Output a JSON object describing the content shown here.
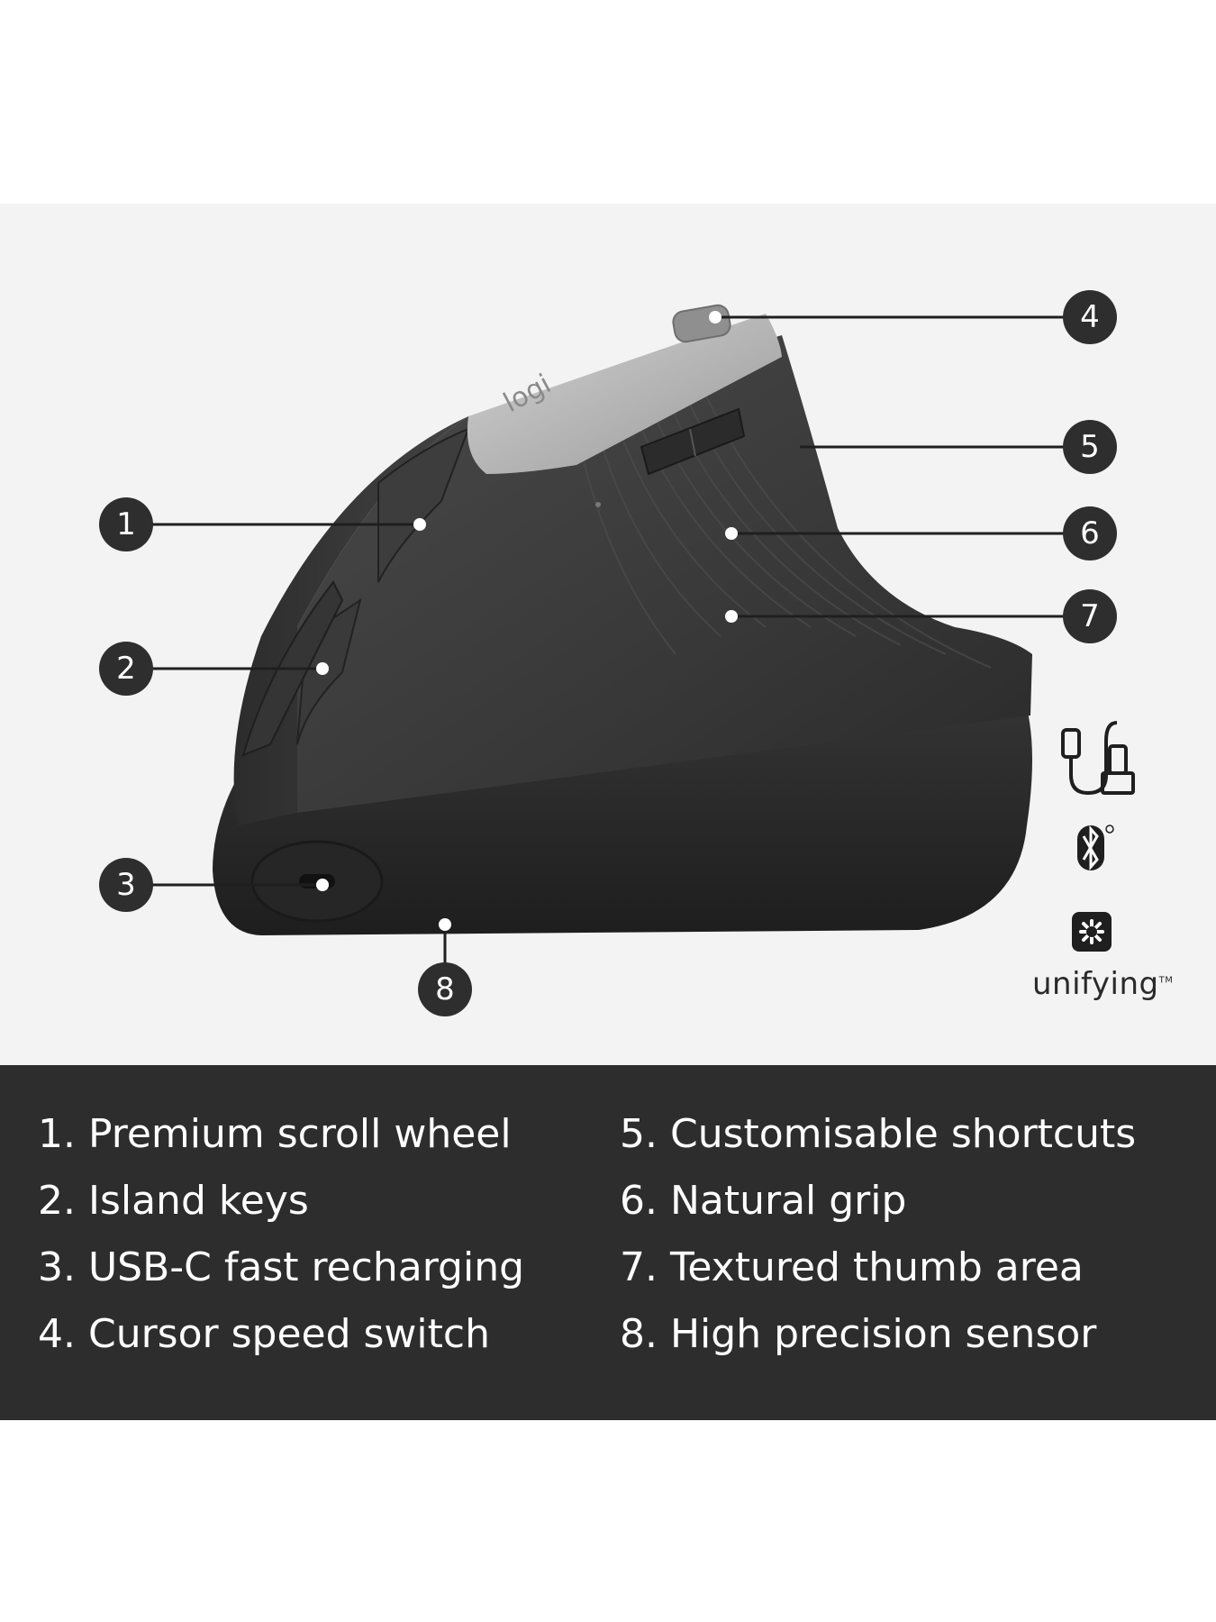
{
  "brand": {
    "logo_text": "logi",
    "unifying_label": "unifying",
    "trademark": "TM"
  },
  "callouts": [
    {
      "number": "1"
    },
    {
      "number": "2"
    },
    {
      "number": "3"
    },
    {
      "number": "4"
    },
    {
      "number": "5"
    },
    {
      "number": "6"
    },
    {
      "number": "7"
    },
    {
      "number": "8"
    }
  ],
  "connectivity_icons": [
    "usb-cable-icon",
    "bluetooth-icon",
    "unifying-receiver-icon"
  ],
  "features": {
    "left": [
      "1. Premium scroll wheel",
      "2. Island keys",
      "3. USB-C fast recharging",
      "4. Cursor speed switch"
    ],
    "right": [
      "5. Customisable shortcuts",
      "6. Natural grip",
      "7. Textured thumb area",
      "8. High precision sensor"
    ]
  },
  "colors": {
    "panel_background": "#f3f3f3",
    "features_background": "#2d2d2d",
    "marker": "#2e2e2e",
    "mouse_body": "#3a3a3a",
    "mouse_top": "#b8b8b8"
  }
}
